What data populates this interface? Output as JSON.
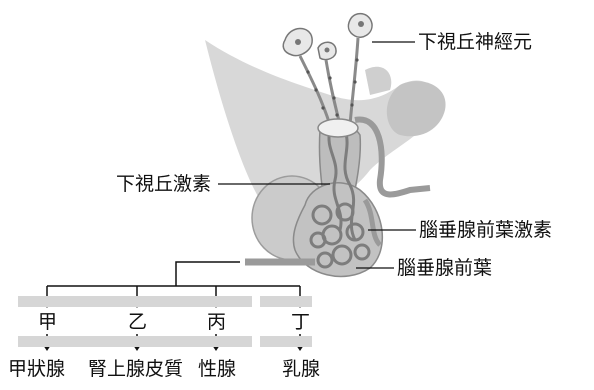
{
  "labels": {
    "hypothalamic_neurons": "下視丘神經元",
    "hypothalamic_hormones": "下視丘激素",
    "anterior_pituitary_hormones": "腦垂腺前葉激素",
    "anterior_pituitary": "腦垂腺前葉"
  },
  "hormone_letters": [
    "甲",
    "乙",
    "丙",
    "丁"
  ],
  "targets": [
    "甲狀腺",
    "腎上腺皮質",
    "性腺",
    "乳腺"
  ],
  "colors": {
    "tissue": "#c9c9c9",
    "tissue_dark": "#9c9c9c",
    "vessel": "#8a8a8a",
    "band": "#d6d6d6",
    "line": "#111111"
  }
}
